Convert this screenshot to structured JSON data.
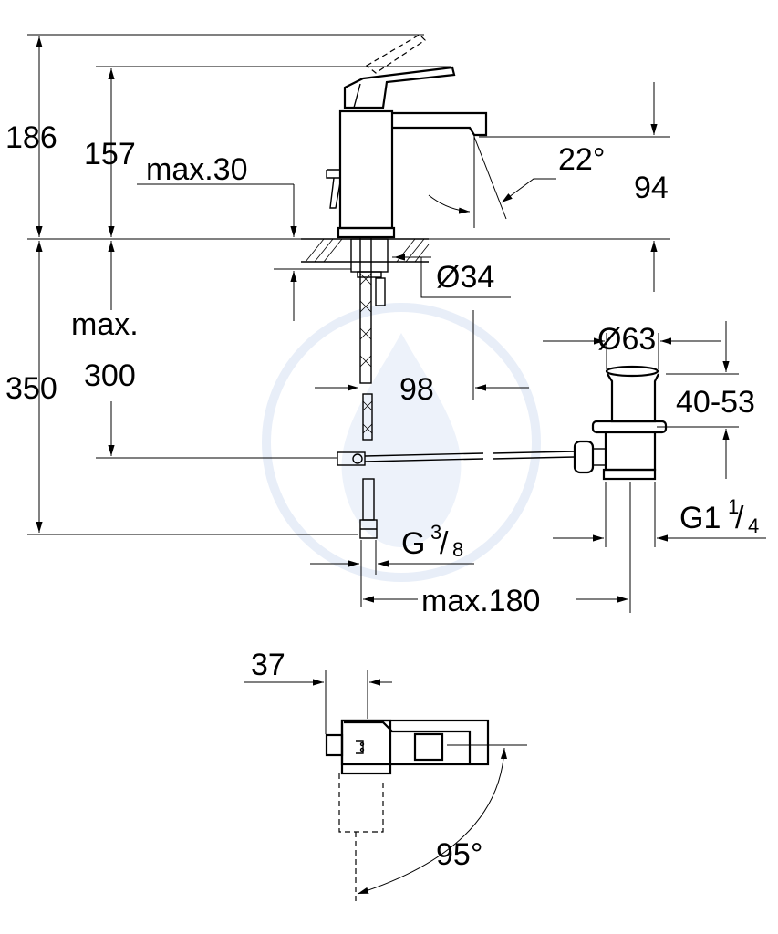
{
  "dimensions": {
    "total_height": "186",
    "spout_height": "157",
    "max_30": "max.30",
    "spout_angle": "22°",
    "spout_reach": "94",
    "hole_diameter": "Ø34",
    "max_label": "max.",
    "max_300": "300",
    "below_counter": "350",
    "offset_98": "98",
    "waste_diameter": "Ø63",
    "waste_range": "40-53",
    "waste_thread_main": "G1",
    "waste_thread_num": "1",
    "waste_thread_den": "4",
    "supply_thread_main": "G",
    "supply_thread_num": "3",
    "supply_thread_den": "8",
    "max_180": "max.180",
    "top_view_offset": "37",
    "rotation_angle": "95°"
  },
  "colors": {
    "line": "#000000",
    "watermark": "#1a5bbf"
  }
}
